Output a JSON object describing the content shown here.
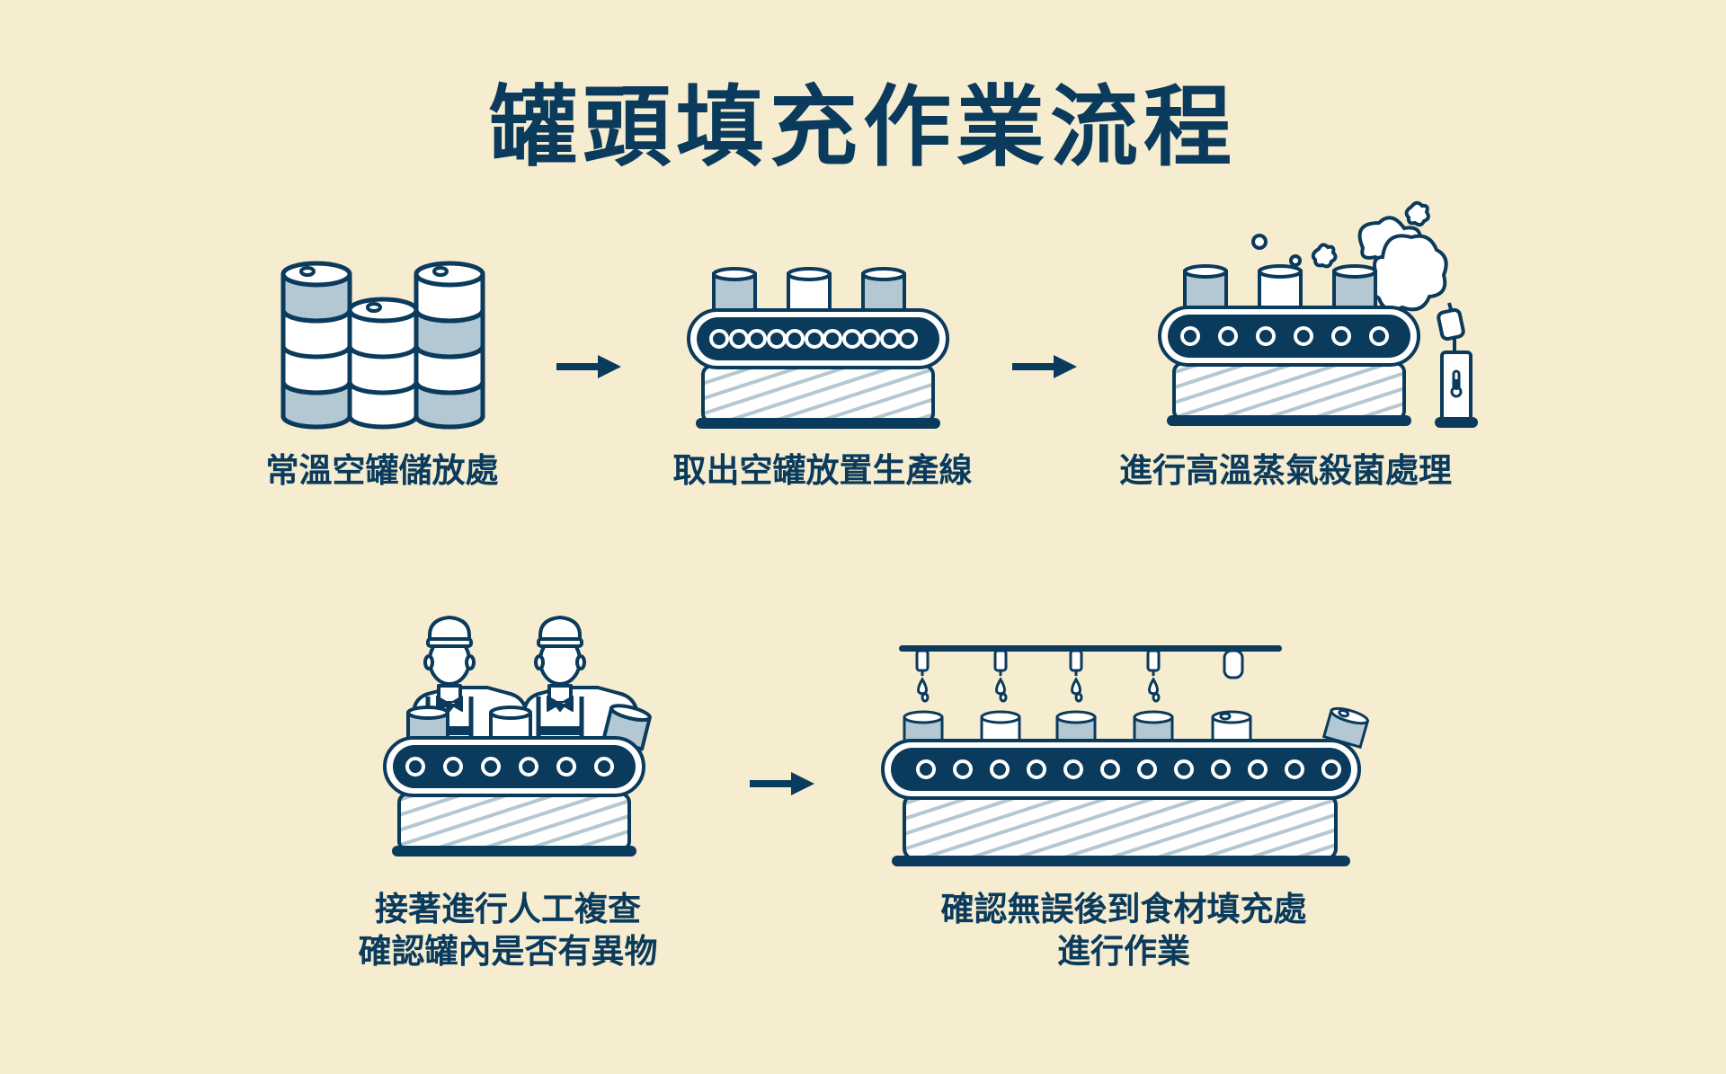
{
  "title": "罐頭填充作業流程",
  "colors": {
    "background": "#f6ecd0",
    "navy": "#0a3a5c",
    "light_blue": "#b3c8d3",
    "white": "#ffffff"
  },
  "steps": [
    {
      "id": 1,
      "label_lines": [
        "常溫空罐儲放處"
      ],
      "icon": "stacked-cans-icon"
    },
    {
      "id": 2,
      "label_lines": [
        "取出空罐放置生產線"
      ],
      "icon": "conveyor-belt-icon"
    },
    {
      "id": 3,
      "label_lines": [
        "進行高溫蒸氣殺菌處理"
      ],
      "icon": "steam-sterilizer-icon"
    },
    {
      "id": 4,
      "label_lines": [
        "接著進行人工複查",
        "確認罐內是否有異物"
      ],
      "icon": "workers-inspection-icon"
    },
    {
      "id": 5,
      "label_lines": [
        "確認無誤後到食材填充處",
        "進行作業"
      ],
      "icon": "filling-line-icon"
    }
  ],
  "arrows": [
    {
      "from": 1,
      "to": 2,
      "icon": "arrow-right-icon"
    },
    {
      "from": 2,
      "to": 3,
      "icon": "arrow-right-icon"
    },
    {
      "from": 4,
      "to": 5,
      "icon": "arrow-right-icon"
    }
  ]
}
